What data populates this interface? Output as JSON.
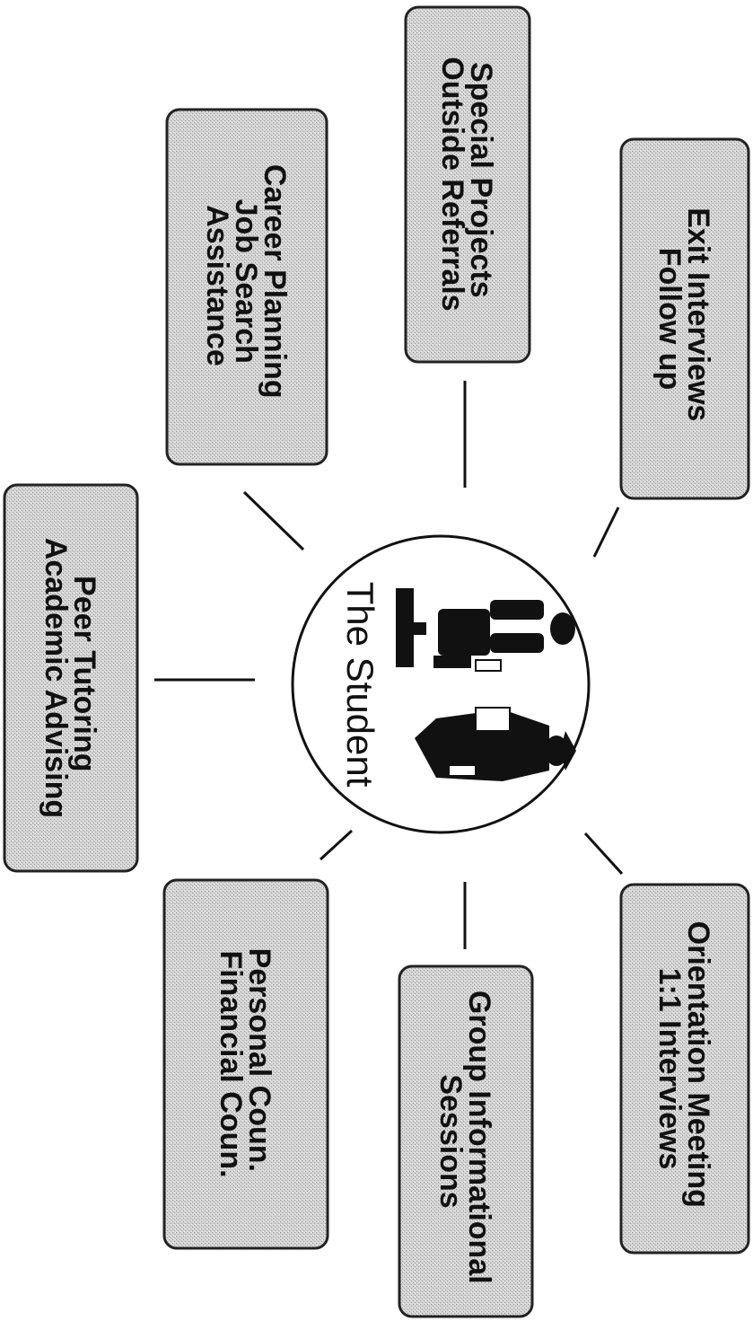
{
  "diagram": {
    "center": {
      "title": "The Student"
    },
    "nodes": [
      {
        "id": "peer-tutoring",
        "lines": [
          "Peer Tutoring",
          "Academic Advising"
        ]
      },
      {
        "id": "career-planning",
        "lines": [
          "Career Planning",
          "Job Search",
          "Assistance"
        ]
      },
      {
        "id": "special-projects",
        "lines": [
          "Special Projects",
          "Outside Referrals"
        ]
      },
      {
        "id": "exit-interviews",
        "lines": [
          "Exit Interviews",
          "Follow up"
        ]
      },
      {
        "id": "orientation-meeting",
        "lines": [
          "Orientation Meeting",
          "1:1 Interviews"
        ]
      },
      {
        "id": "group-informational",
        "lines": [
          "Group Informational",
          "Sessions"
        ]
      },
      {
        "id": "personal-coun",
        "lines": [
          "Personal Coun.",
          "Financial Coun."
        ]
      }
    ]
  }
}
